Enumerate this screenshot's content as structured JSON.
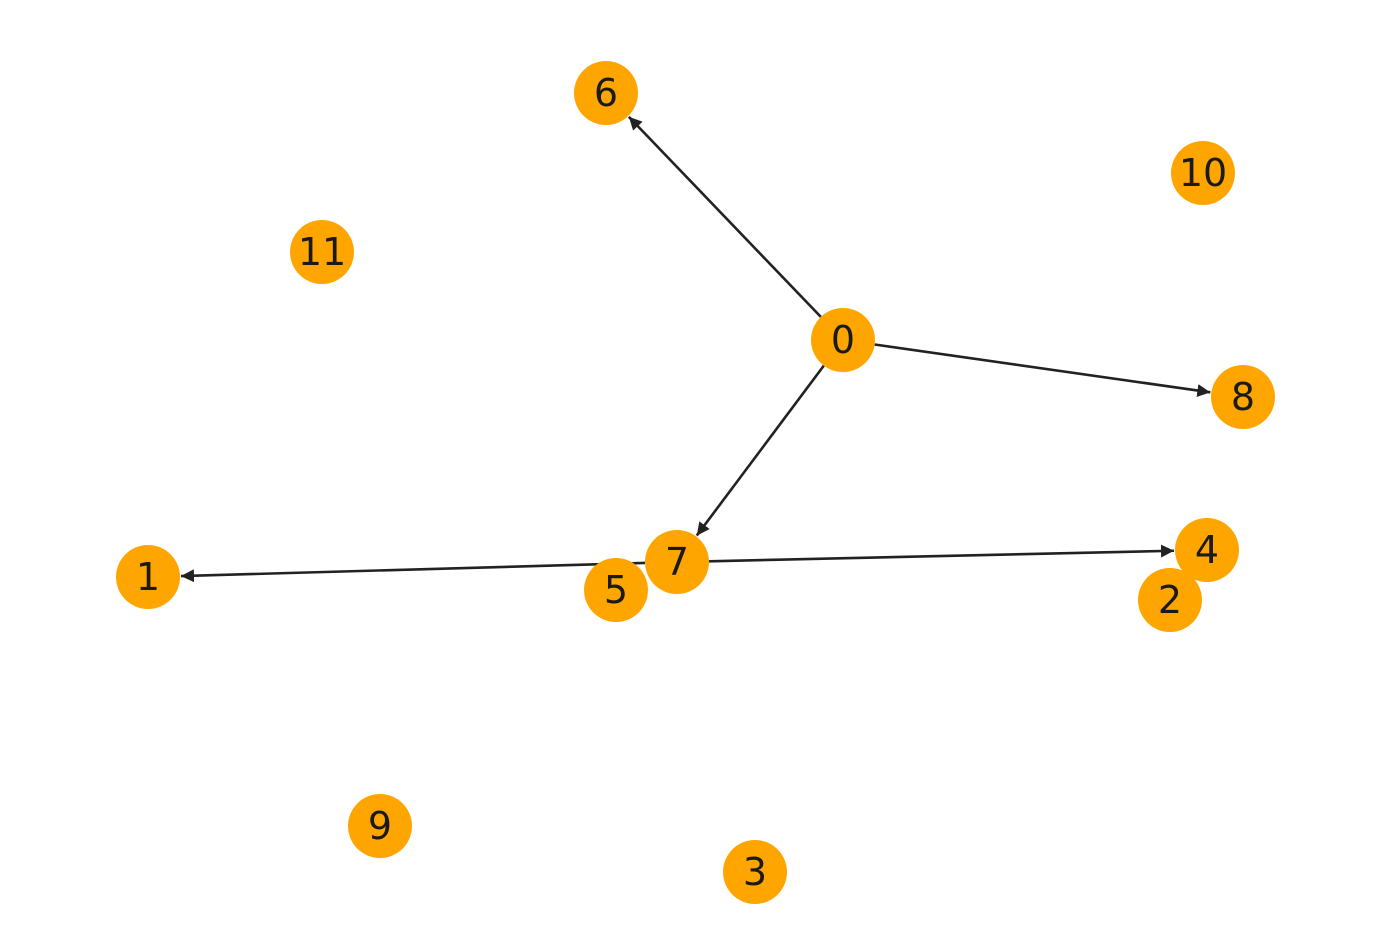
{
  "graph": {
    "directed": true,
    "node_color": "#ffa500",
    "edge_color": "#222222",
    "label_color": "#1a1a1a",
    "nodes": [
      {
        "id": "0",
        "label": "0"
      },
      {
        "id": "1",
        "label": "1"
      },
      {
        "id": "2",
        "label": "2"
      },
      {
        "id": "3",
        "label": "3"
      },
      {
        "id": "4",
        "label": "4"
      },
      {
        "id": "5",
        "label": "5"
      },
      {
        "id": "6",
        "label": "6"
      },
      {
        "id": "7",
        "label": "7"
      },
      {
        "id": "8",
        "label": "8"
      },
      {
        "id": "9",
        "label": "9"
      },
      {
        "id": "10",
        "label": "10"
      },
      {
        "id": "11",
        "label": "11"
      }
    ],
    "edges": [
      {
        "source": "0",
        "target": "6"
      },
      {
        "source": "0",
        "target": "8"
      },
      {
        "source": "0",
        "target": "7"
      },
      {
        "source": "7",
        "target": "1"
      },
      {
        "source": "7",
        "target": "4"
      }
    ]
  }
}
